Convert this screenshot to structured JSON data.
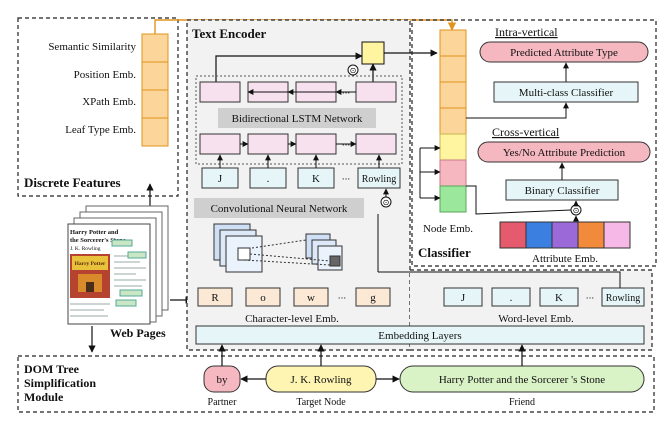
{
  "discrete_features": {
    "title": "Discrete Features",
    "items": [
      "Semantic Similarity",
      "Position Emb.",
      "XPath Emb.",
      "Leaf Type Emb."
    ]
  },
  "web_pages": {
    "label": "Web Pages",
    "page_title_line1": "Harry Potter and",
    "page_title_line2": "the Sorcerer's Stone",
    "author": "J. K. Rowling",
    "cover_title": "Harry Potter"
  },
  "text_encoder": {
    "title": "Text Encoder",
    "bilstm_label": "Bidirectional LSTM Network",
    "cnn_label": "Convolutional Neural Network",
    "char_tokens": [
      "J",
      ".",
      "K",
      "Rowling"
    ],
    "char_ellipsis": "···",
    "char_level_label": "Character-level Emb.",
    "char_embeddings": [
      "R",
      "o",
      "w",
      "g"
    ],
    "word_level_label": "Word-level Emb.",
    "word_embeddings": [
      "J",
      ".",
      "K",
      "Rowling"
    ],
    "embedding_layers_label": "Embedding Layers",
    "concat_symbol": "⊙"
  },
  "classifier": {
    "title": "Classifier",
    "node_emb_label": "Node Emb.",
    "attribute_emb_label": "Attribute Emb.",
    "intra_vertical_label": "Intra-vertical",
    "predicted_attribute_type": "Predicted Attribute Type",
    "multi_class_classifier": "Multi-class Classifier",
    "cross_vertical_label": "Cross-vertical",
    "yes_no_prediction": "Yes/No Attribute Prediction",
    "binary_classifier": "Binary Classifier"
  },
  "dom_tree": {
    "title_line1": "DOM Tree",
    "title_line2": "Simplification",
    "title_line3": "Module",
    "partner_value": "by",
    "partner_label": "Partner",
    "target_value": "J. K. Rowling",
    "target_label": "Target Node",
    "friend_value": "Harry Potter and the Sorcerer 's Stone",
    "friend_label": "Friend"
  },
  "colors": {
    "feature_orange": "#fbd59a",
    "lstm_pink": "#f8e1ef",
    "teal_box": "#e6f6f8",
    "pink_pill": "#f6b8c0",
    "yellow_pill": "#fff5b3",
    "green_pill": "#d9f2c6",
    "attr_red": "#e65a6e",
    "attr_blue": "#3b7fe0",
    "attr_purple": "#9b6ad8",
    "attr_orange": "#f28a3c",
    "attr_pink": "#f6b8e6",
    "node_yellow": "#fff4a0",
    "node_pink": "#f6b7c0",
    "node_green": "#9be79b"
  }
}
